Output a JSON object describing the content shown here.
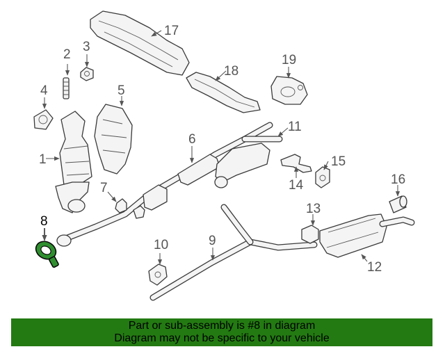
{
  "banner": {
    "line1": "Part or sub-assembly is #8 in diagram",
    "line2": "Diagram may not be specific to your vehicle"
  },
  "callouts": {
    "c1": "1",
    "c2": "2",
    "c3": "3",
    "c4": "4",
    "c5": "5",
    "c6": "6",
    "c7": "7",
    "c8": "8",
    "c9": "9",
    "c10": "10",
    "c11": "11",
    "c12": "12",
    "c13": "13",
    "c14": "14",
    "c15": "15",
    "c16": "16",
    "c17": "17",
    "c18": "18",
    "c19": "19"
  },
  "colors": {
    "highlight_part": "#2f8f2f",
    "banner_background": "#237a12",
    "line_art": "#3a3a3a"
  }
}
